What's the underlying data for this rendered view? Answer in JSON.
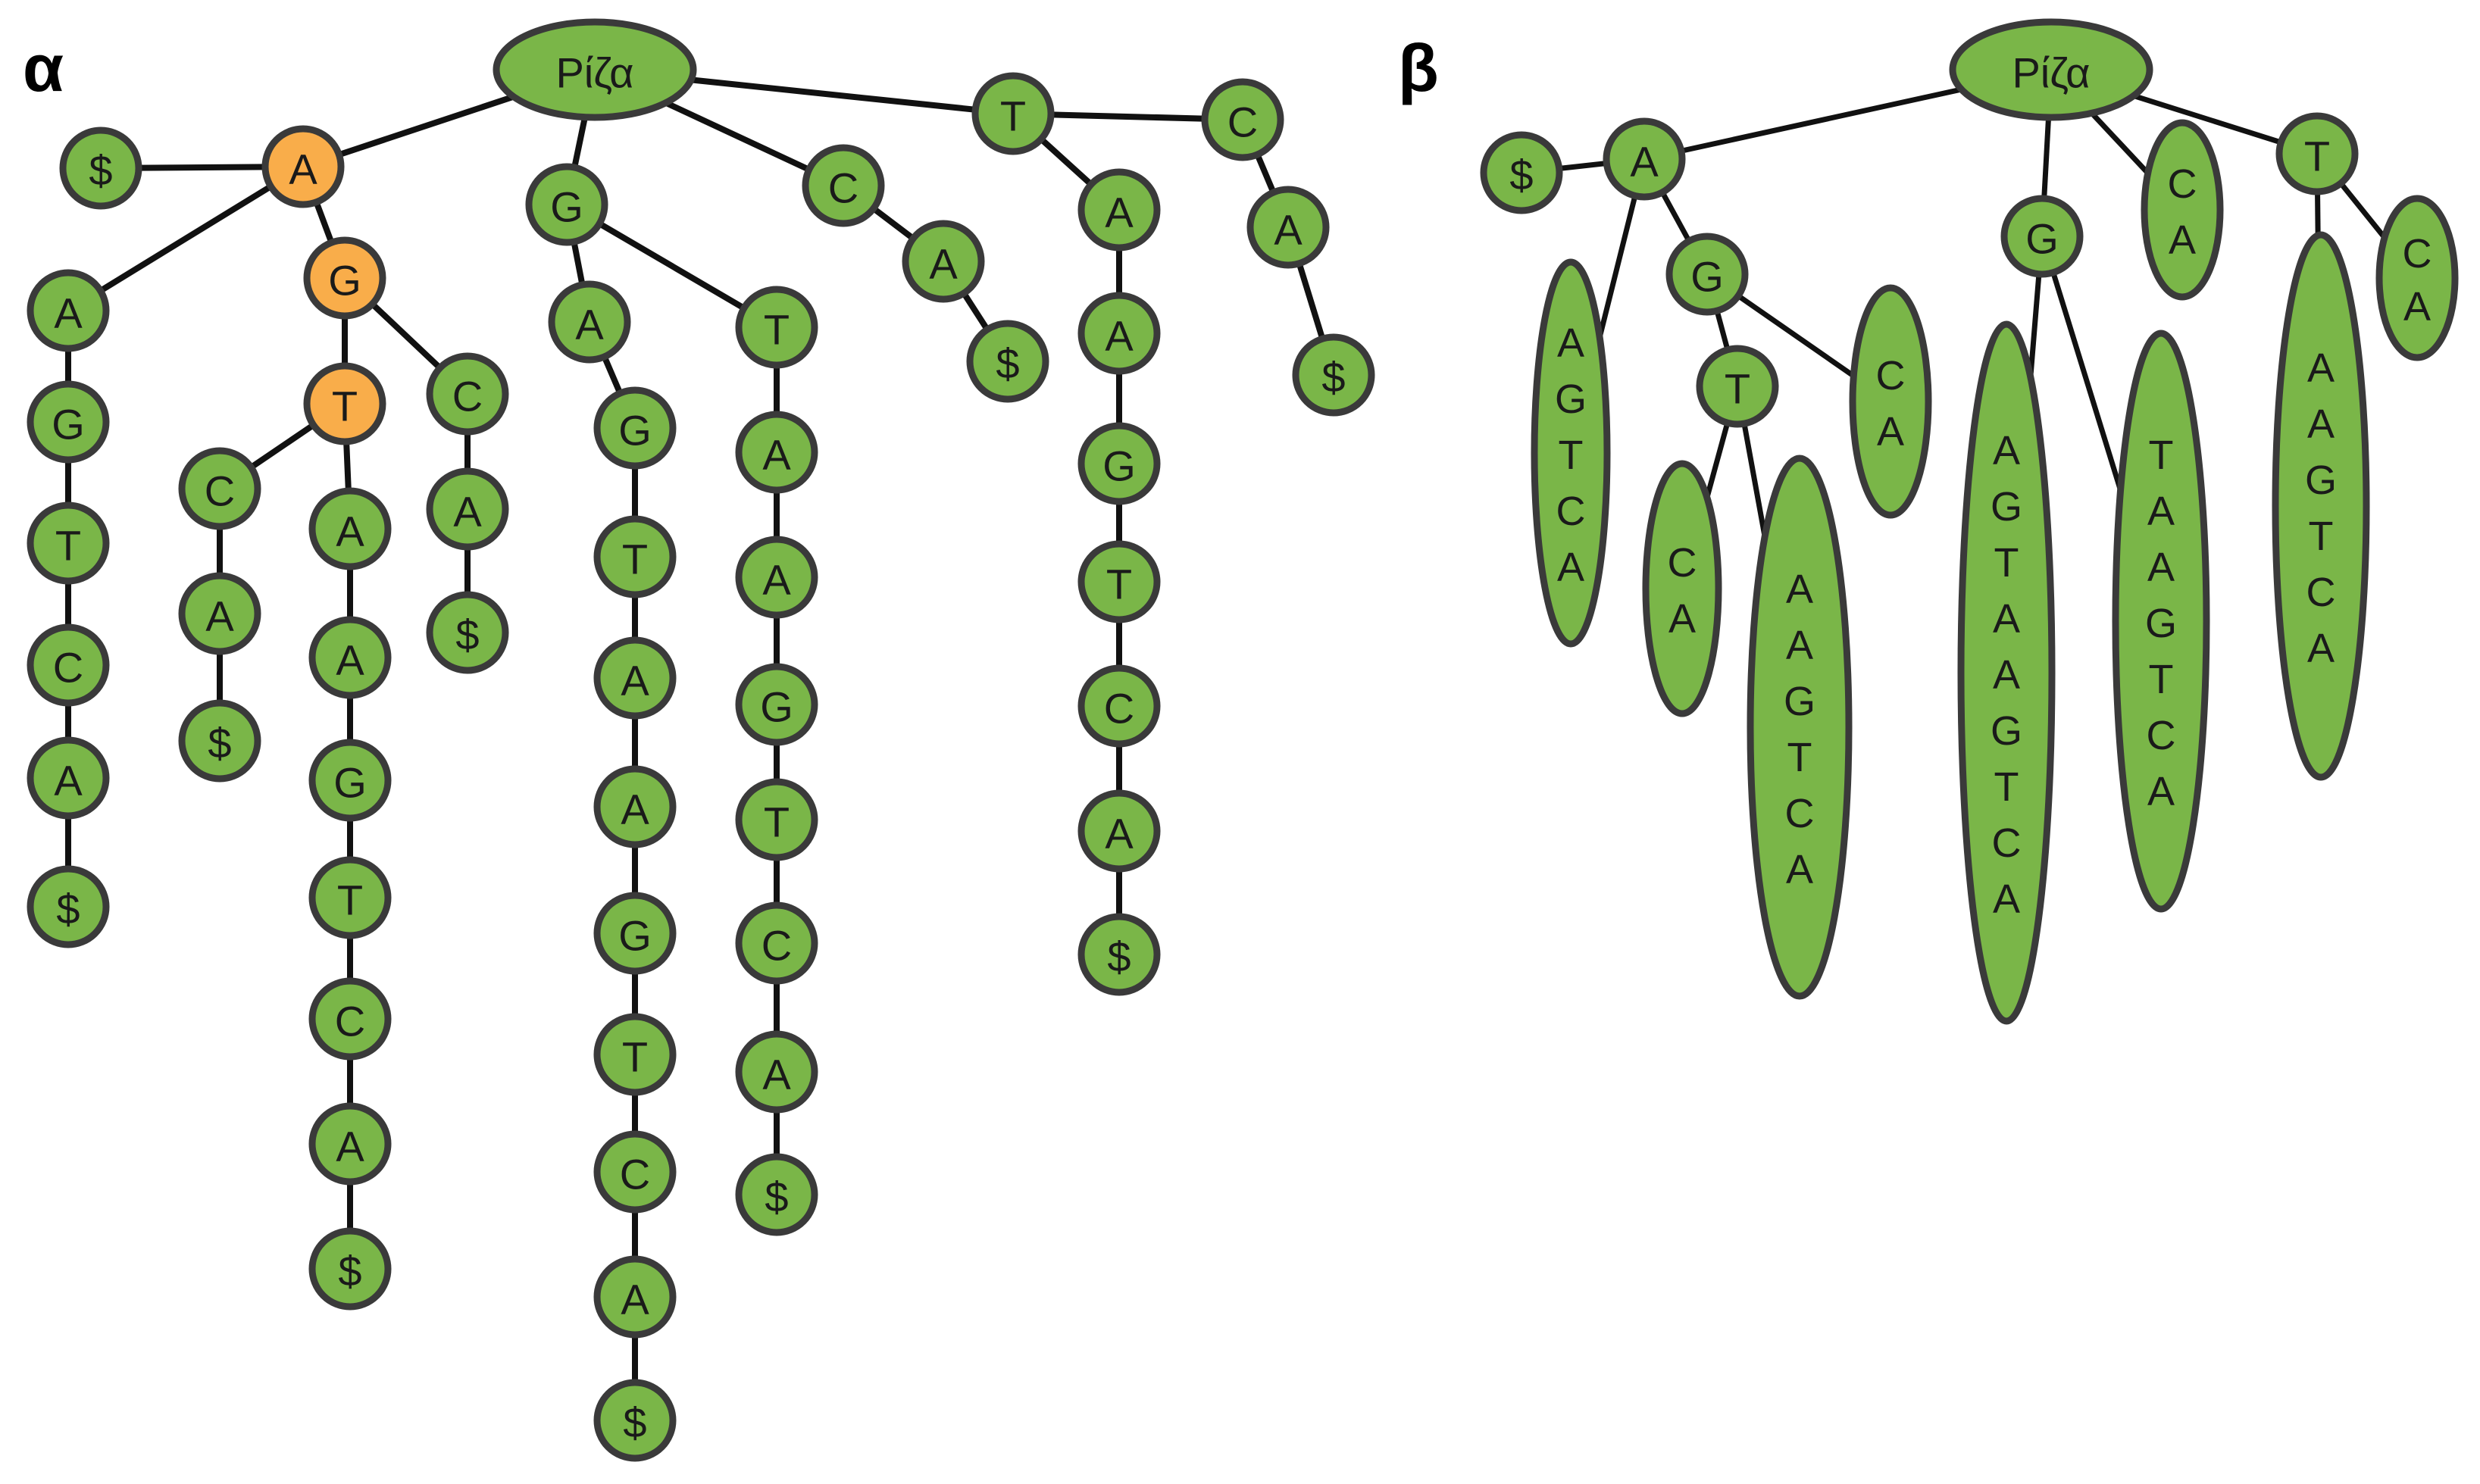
{
  "colors": {
    "node_fill": "#7ab648",
    "highlight_fill": "#f9ad4a",
    "stroke": "#3a3a3a",
    "edge": "#111111"
  },
  "panel_a": {
    "label": "α",
    "root": "Ρίζα",
    "nodes": {
      "d1": "$",
      "a": "A",
      "g1": "G",
      "t1": "T",
      "a2": "A",
      "g2": "G",
      "t2": "T",
      "c2": "C",
      "a3": "A",
      "d2": "$",
      "c3": "C",
      "a4": "A",
      "d3": "$",
      "a5": "A",
      "a6": "A",
      "g3": "G",
      "t3": "T",
      "c4": "C",
      "a7": "A",
      "d4": "$",
      "c5": "C",
      "a8": "A",
      "d5": "$",
      "g4": "G",
      "a9": "A",
      "g5": "G",
      "t4": "T",
      "a10": "A",
      "a11": "A",
      "g6": "G",
      "t5": "T",
      "c6": "C",
      "a12": "A",
      "d6": "$",
      "t6": "T",
      "a13": "A",
      "a14": "A",
      "g7": "G",
      "t7": "T",
      "c7": "C",
      "a15": "A",
      "d7": "$",
      "c8": "C",
      "a16": "A",
      "d8": "$",
      "t8": "T",
      "a17": "A",
      "a18": "A",
      "g8": "G",
      "t9": "T",
      "c9": "C",
      "a19": "A",
      "d9": "$",
      "c10": "C",
      "a20": "A",
      "d10": "$"
    },
    "highlighted": [
      "a",
      "g1",
      "t1"
    ]
  },
  "panel_b": {
    "label": "β",
    "root": "Ρίζα",
    "nodes": {
      "d": "$",
      "a": "A",
      "g": "G",
      "t": "T",
      "e1": "AGTCA",
      "e2": "CA",
      "e3": "AAGTCA",
      "e4": "CA",
      "g2": "G",
      "e5": "AGTAAGTCA",
      "e6": "TAAGTCA",
      "e7": "CA",
      "t2": "T",
      "e8": "AAGTCA",
      "e9": "CA"
    }
  }
}
